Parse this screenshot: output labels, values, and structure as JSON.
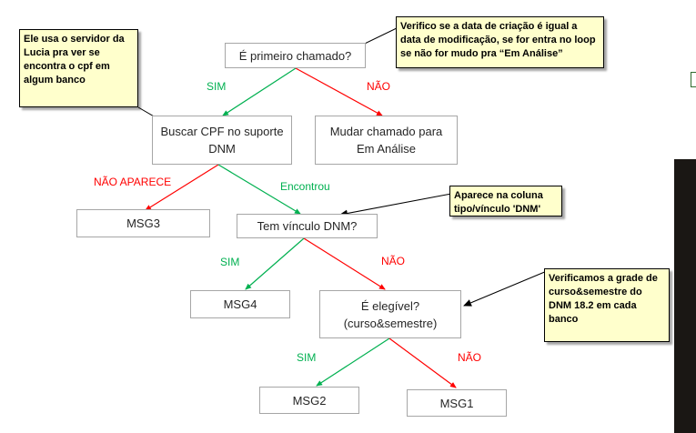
{
  "nodes": {
    "primeiro": "É primeiro chamado?",
    "buscar": "Buscar CPF no suporte\nDNM",
    "mudar": "Mudar chamado para\nEm Análise",
    "msg3": "MSG3",
    "vinculo": "Tem vínculo DNM?",
    "msg4": "MSG4",
    "elegivel": "É elegível?\n(curso&semestre)",
    "msg2": "MSG2",
    "msg1": "MSG1"
  },
  "edge_labels": {
    "sim1": "SIM",
    "nao1": "NÃO",
    "nao_aparece": "NÃO APARECE",
    "encontrou": "Encontrou",
    "sim2": "SIM",
    "nao2": "NÃO",
    "sim3": "SIM",
    "nao3": "NÃO"
  },
  "notes": {
    "servidor": "Ele usa o servidor da Lucia pra ver se encontra o cpf em algum banco",
    "data_criacao": "Verifico se a data de criação é igual a data de modificação, se for entra no loop se não for mudo pra “Em Análise”",
    "coluna": "Aparece na coluna tipo/vínculo 'DNM'",
    "grade": "Verificamos a grade de curso&semestre do DNM 18.2 em cada banco"
  },
  "colors": {
    "yes": "#00b050",
    "no": "#ff0000",
    "note_bg": "#ffffcc"
  }
}
